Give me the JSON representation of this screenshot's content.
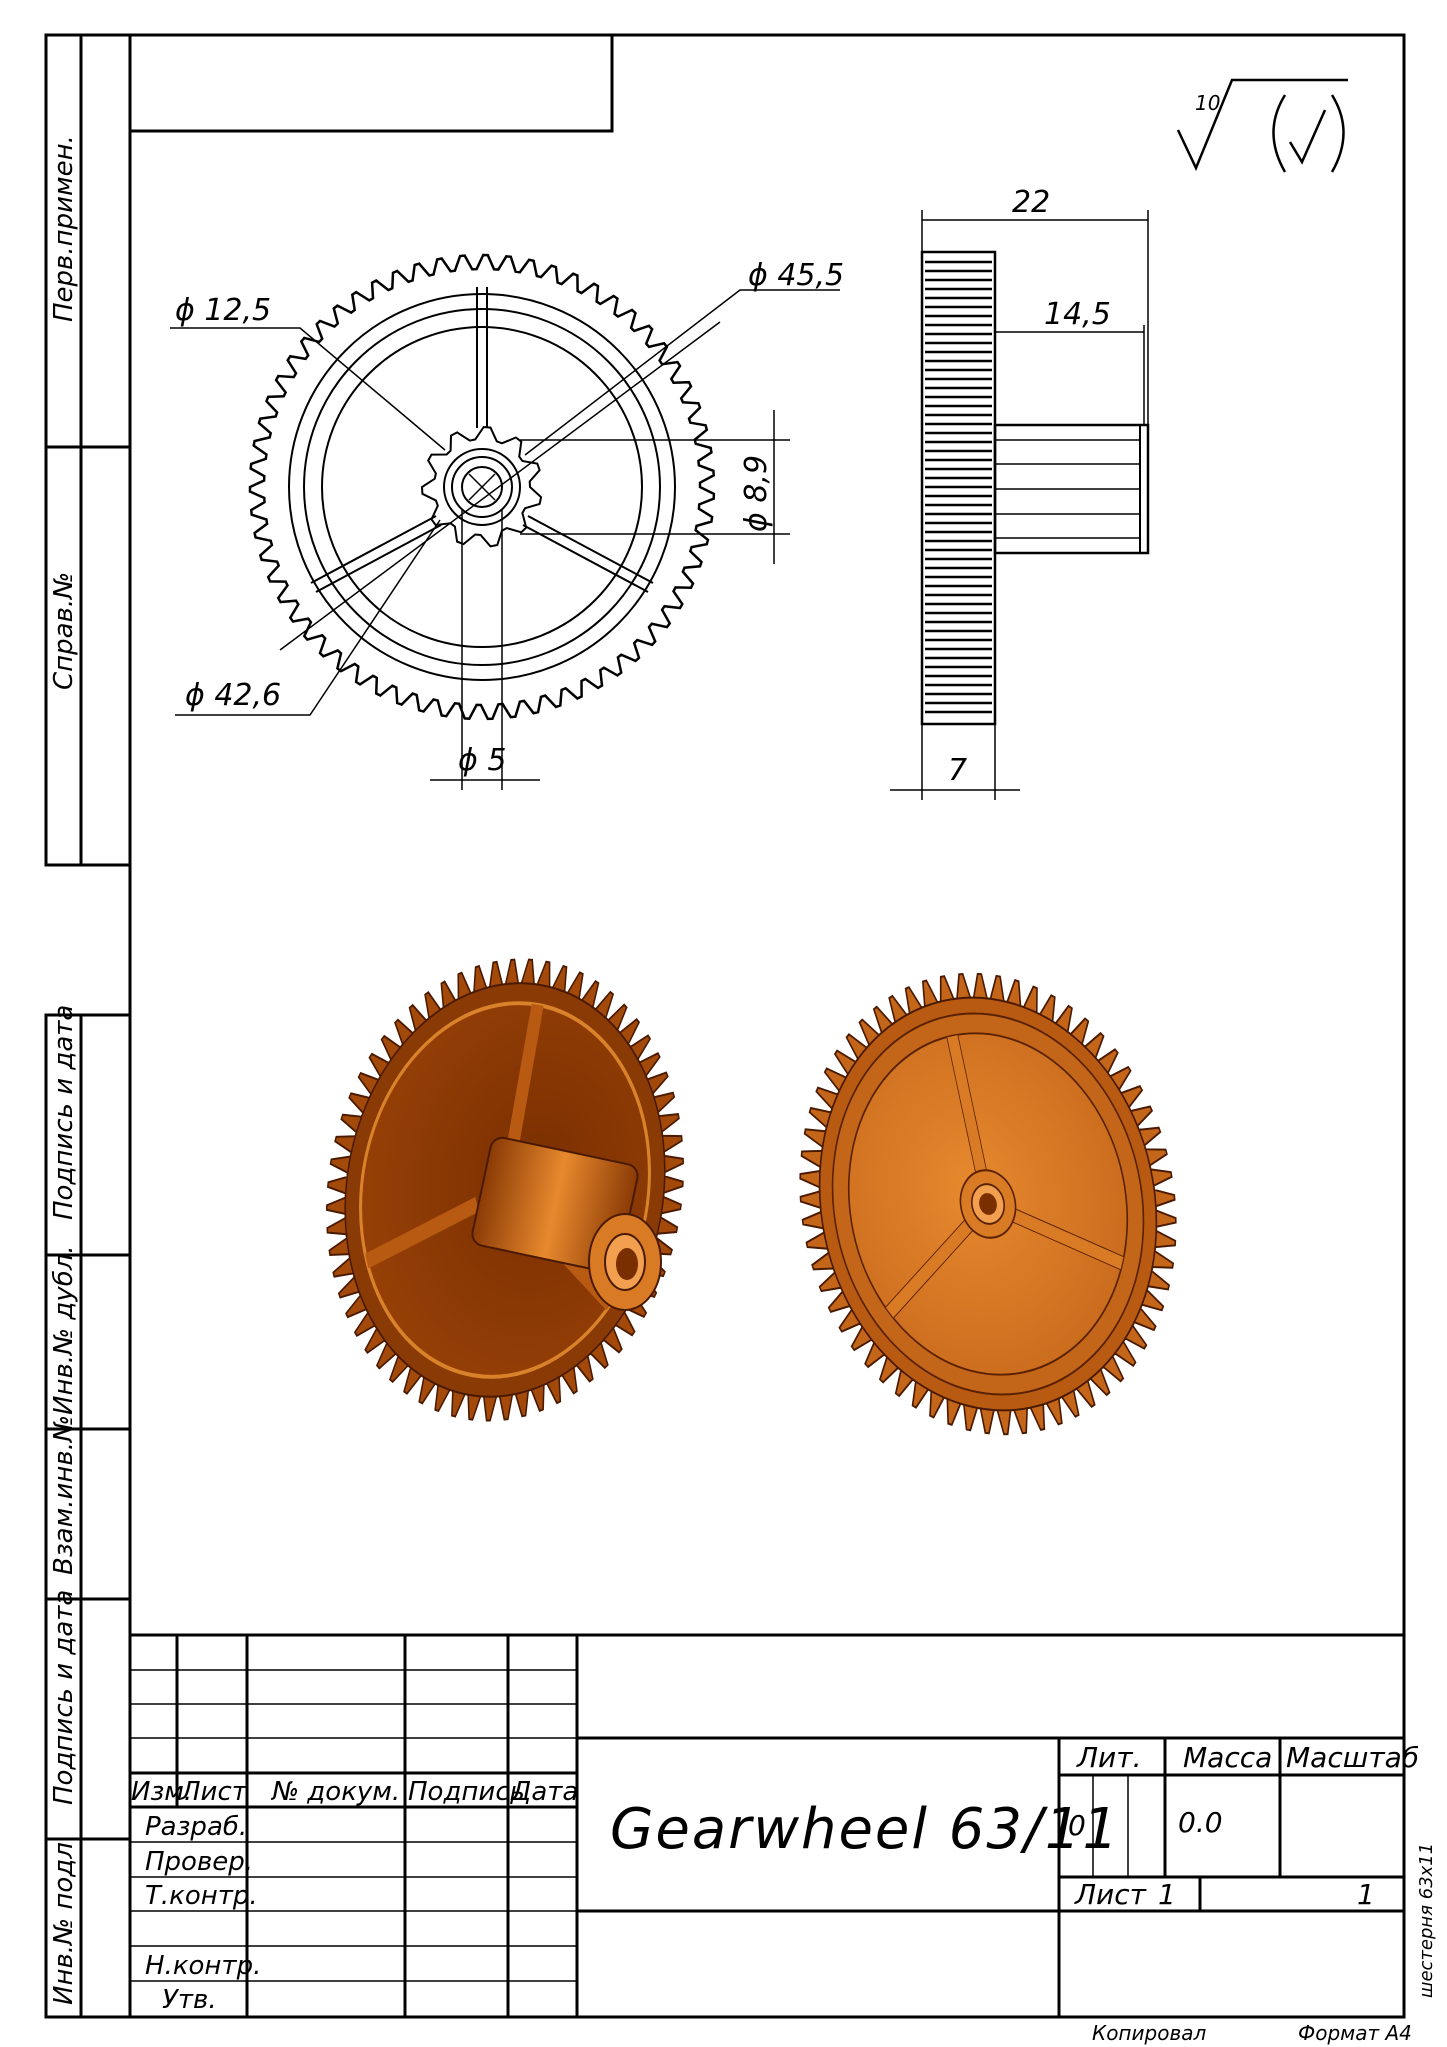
{
  "side_columns": [
    "Перв.примен.",
    "Справ.№",
    "Подпись и дата",
    "Инв.№ дубл.",
    "Взам.инв.№",
    "Подпись и дата",
    "Инв.№ подл."
  ],
  "roughness": {
    "value": "10"
  },
  "dimensions": {
    "front": {
      "d_hub": "ϕ 12,5",
      "d_outer": "ϕ 45,5",
      "d_pinion": "ϕ 8,9",
      "d_root": "ϕ 42,6",
      "d_bore": "ϕ 5"
    },
    "side": {
      "total_length": "22",
      "pinion_length": "14,5",
      "gear_width": "7"
    }
  },
  "title_block": {
    "revision_headers": [
      "Изм.",
      "Лист",
      "№ докум.",
      "Подпись",
      "Дата"
    ],
    "role_rows": [
      "Разраб.",
      "Провер.",
      "Т.контр.",
      "",
      "Н.контр.",
      "Утв."
    ],
    "designation": "Gearwheel 63/11",
    "lit_label": "Лит.",
    "mass_label": "Масса",
    "scale_label": "Масштаб",
    "lit_value": "0",
    "mass_value": "0.0",
    "sheet_label": "Лист",
    "sheet_number": "1",
    "sheets_total": "1"
  },
  "footer": {
    "copied": "Копировал",
    "format": "Формат А4",
    "file_name": "шестерня 63х11"
  },
  "colors": {
    "gear_dark": "#7a2f00",
    "gear_mid": "#b85a12",
    "gear_light": "#e7892e"
  }
}
